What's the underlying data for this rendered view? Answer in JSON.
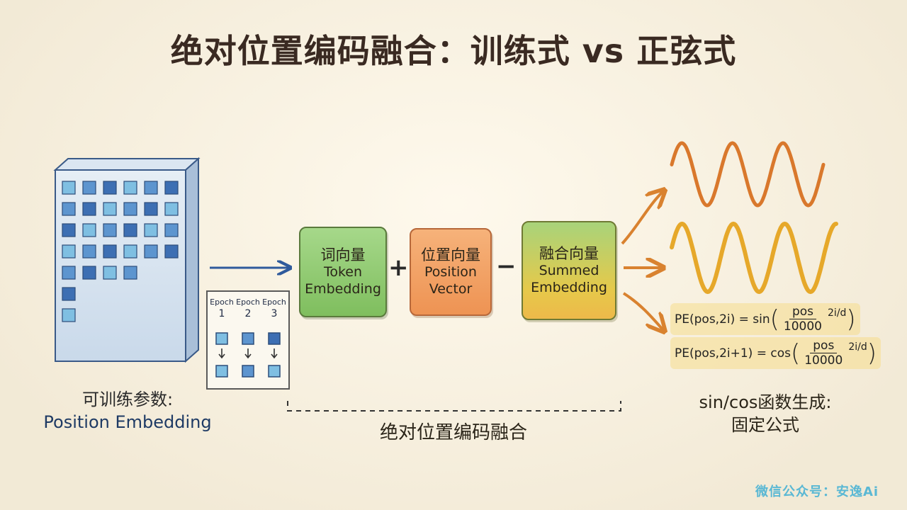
{
  "title": "绝对位置编码融合：训练式 vs 正弦式",
  "left_label": {
    "zh": "可训练参数:",
    "en": "Position Embedding"
  },
  "epochs": [
    {
      "word": "Epoch",
      "num": "1"
    },
    {
      "word": "Epoch",
      "num": "2"
    },
    {
      "word": "Epoch",
      "num": "3"
    }
  ],
  "boxes": {
    "token": {
      "zh": "词向量",
      "en1": "Token",
      "en2": "Embedding"
    },
    "position": {
      "zh": "位置向量",
      "en1": "Position",
      "en2": "Vector"
    },
    "summed": {
      "zh": "融合向量",
      "en1": "Summed",
      "en2": "Embedding"
    }
  },
  "operators": {
    "plus": "+",
    "minus": "−"
  },
  "middle_label": "绝对位置编码融合",
  "formulas": {
    "sin": {
      "lhs": "PE(pos,2i) = sin",
      "num": "pos",
      "den": "10000",
      "exp": "2i/d"
    },
    "cos": {
      "lhs": "PE(pos,2i+1) = cos",
      "num": "pos",
      "den": "10000",
      "exp": "2i/d"
    }
  },
  "right_label": {
    "line1": "sin/cos函数生成:",
    "line2": "固定公式"
  },
  "watermark": "微信公众号：安逸Ai",
  "colors": {
    "grid_dark": "#3d6fb3",
    "grid_light": "#7fbfe2",
    "wave_top": "#d9782c",
    "wave_mid": "#e6a82a",
    "arrow_blue": "#2f5a9c",
    "arrow_orange": "#d9822f"
  }
}
